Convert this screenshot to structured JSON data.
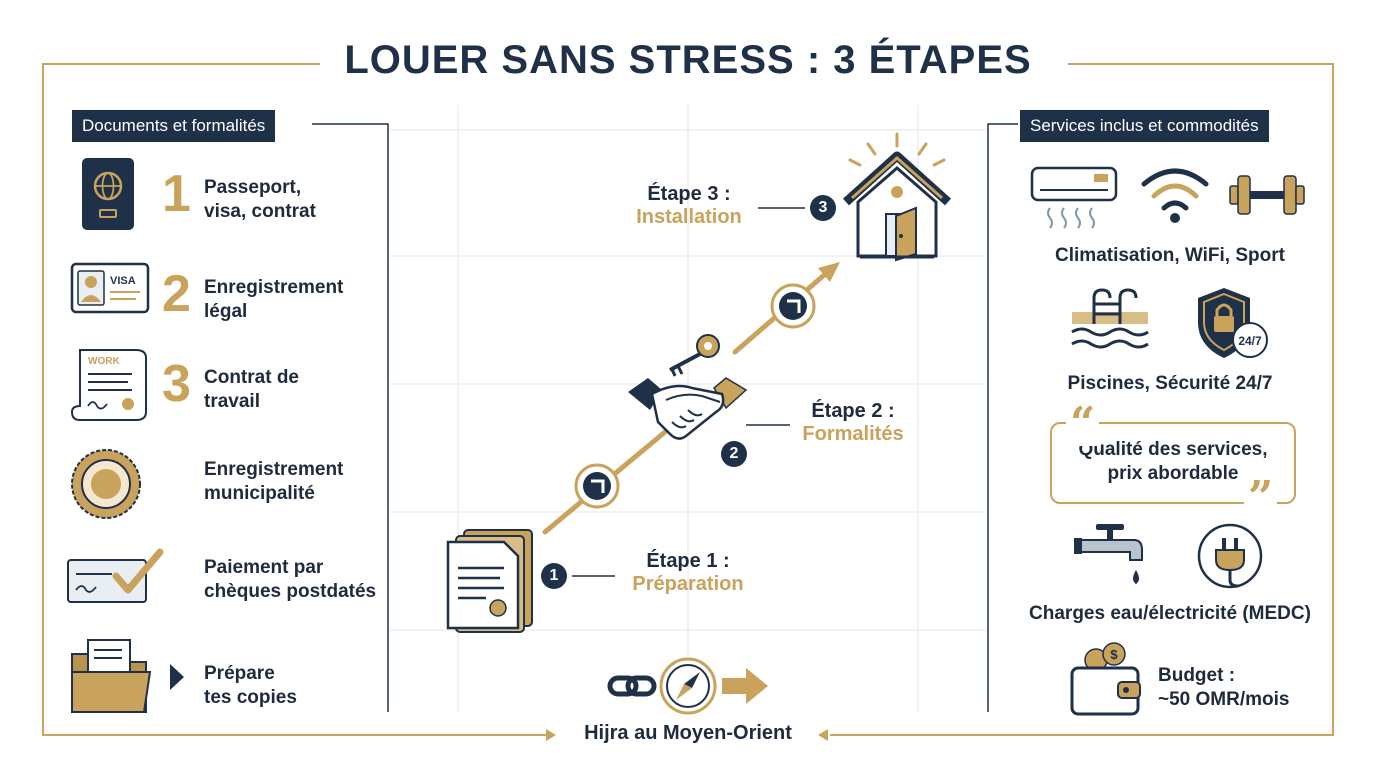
{
  "title": "LOUER SANS STRESS : 3 ÉTAPES",
  "left_panel": {
    "heading": "Documents et formalités",
    "items": [
      {
        "number": "1",
        "lines": [
          "Passeport,",
          "visa, contrat"
        ],
        "icon": "passport-icon"
      },
      {
        "number": "2",
        "lines": [
          "Enregistrement",
          "légal"
        ],
        "icon": "visa-card-icon",
        "icon_text": "VISA"
      },
      {
        "number": "3",
        "lines": [
          "Contrat de",
          "travail"
        ],
        "icon": "work-contract-icon",
        "icon_text": "WORK"
      },
      {
        "number": "",
        "lines": [
          "Enregistrement",
          "municipalité"
        ],
        "icon": "municipal-seal-icon"
      },
      {
        "number": "",
        "lines": [
          "Paiement par",
          "chèques postdatés"
        ],
        "icon": "cheque-icon"
      },
      {
        "number": "",
        "lines": [
          "Prépare",
          "tes copies"
        ],
        "icon": "folder-icon"
      }
    ]
  },
  "steps": [
    {
      "badge": "1",
      "label": "Étape 1 :",
      "name": "Préparation",
      "icon": "document-stack-icon"
    },
    {
      "badge": "2",
      "label": "Étape 2 :",
      "name": "Formalités",
      "icon": "handshake-key-icon"
    },
    {
      "badge": "3",
      "label": "Étape 3 :",
      "name": "Installation",
      "icon": "house-icon"
    }
  ],
  "right_panel": {
    "heading": "Services inclus et commodités",
    "amenities_1": "Climatisation, WiFi, Sport",
    "amenities_2": "Piscines, Sécurité 24/7",
    "security_badge": "24/7",
    "quote_lines": [
      "Qualité des services,",
      "prix abordable"
    ],
    "charges": "Charges eau/électricité (MEDC)",
    "budget_lines": [
      "Budget :",
      "~50 OMR/mois"
    ]
  },
  "footer": "Hijra au Moyen-Orient",
  "colors": {
    "navy": "#1e3148",
    "gold": "#c9a25c",
    "light_grid": "#e3e6ea"
  }
}
